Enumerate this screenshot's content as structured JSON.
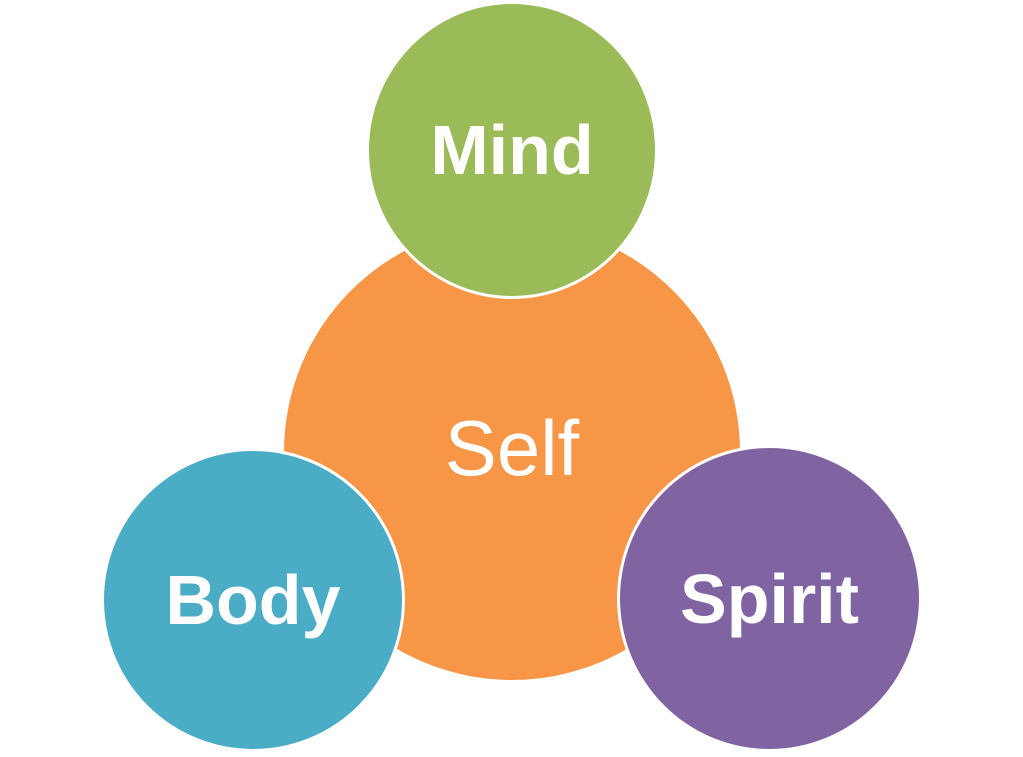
{
  "diagram": {
    "center": {
      "label": "Self",
      "color": "#F79646"
    },
    "nodes": [
      {
        "label": "Mind",
        "color": "#9BBB59"
      },
      {
        "label": "Body",
        "color": "#4BACC6"
      },
      {
        "label": "Spirit",
        "color": "#8064A2"
      }
    ]
  }
}
